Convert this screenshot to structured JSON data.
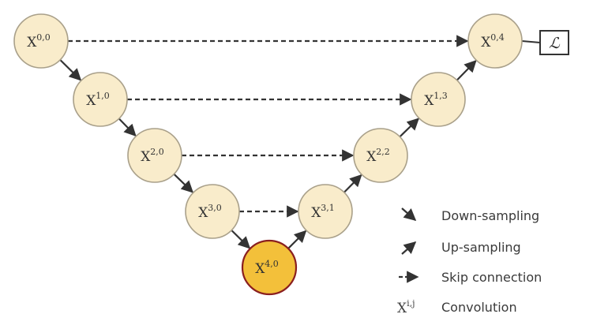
{
  "colors": {
    "node_fill": "#f9eccb",
    "node_stroke": "#a9a08a",
    "bottom_fill": "#f3c03a",
    "bottom_stroke": "#8a1f1f",
    "edge": "#333333",
    "legend_text": "#3a3a3a"
  },
  "nodes": [
    {
      "id": "n00",
      "base": "X",
      "sup": "0,0"
    },
    {
      "id": "n10",
      "base": "X",
      "sup": "1,0"
    },
    {
      "id": "n20",
      "base": "X",
      "sup": "2,0"
    },
    {
      "id": "n30",
      "base": "X",
      "sup": "3,0"
    },
    {
      "id": "n40",
      "base": "X",
      "sup": "4,0",
      "highlight": true
    },
    {
      "id": "n31",
      "base": "X",
      "sup": "3,1"
    },
    {
      "id": "n22",
      "base": "X",
      "sup": "2,2"
    },
    {
      "id": "n13",
      "base": "X",
      "sup": "1,3"
    },
    {
      "id": "n04",
      "base": "X",
      "sup": "0,4"
    }
  ],
  "loss": {
    "symbol": "ℒ"
  },
  "edges": [
    {
      "from": "n00",
      "to": "n10",
      "kind": "down-sampling"
    },
    {
      "from": "n10",
      "to": "n20",
      "kind": "down-sampling"
    },
    {
      "from": "n20",
      "to": "n30",
      "kind": "down-sampling"
    },
    {
      "from": "n30",
      "to": "n40",
      "kind": "down-sampling"
    },
    {
      "from": "n40",
      "to": "n31",
      "kind": "up-sampling"
    },
    {
      "from": "n31",
      "to": "n22",
      "kind": "up-sampling"
    },
    {
      "from": "n22",
      "to": "n13",
      "kind": "up-sampling"
    },
    {
      "from": "n13",
      "to": "n04",
      "kind": "up-sampling"
    },
    {
      "from": "n00",
      "to": "n04",
      "kind": "skip-connection"
    },
    {
      "from": "n10",
      "to": "n13",
      "kind": "skip-connection"
    },
    {
      "from": "n20",
      "to": "n22",
      "kind": "skip-connection"
    },
    {
      "from": "n30",
      "to": "n31",
      "kind": "skip-connection"
    },
    {
      "from": "n04",
      "to": "loss",
      "kind": "output"
    }
  ],
  "legend": [
    {
      "icon": "down-sampling-arrow",
      "label": "Down-sampling"
    },
    {
      "icon": "up-sampling-arrow",
      "label": "Up-sampling"
    },
    {
      "icon": "skip-connection-arrow",
      "label": "Skip connection"
    },
    {
      "icon": "convolution-node-symbol",
      "label": "Convolution",
      "symbol_base": "X",
      "symbol_sup": "i,j"
    }
  ]
}
